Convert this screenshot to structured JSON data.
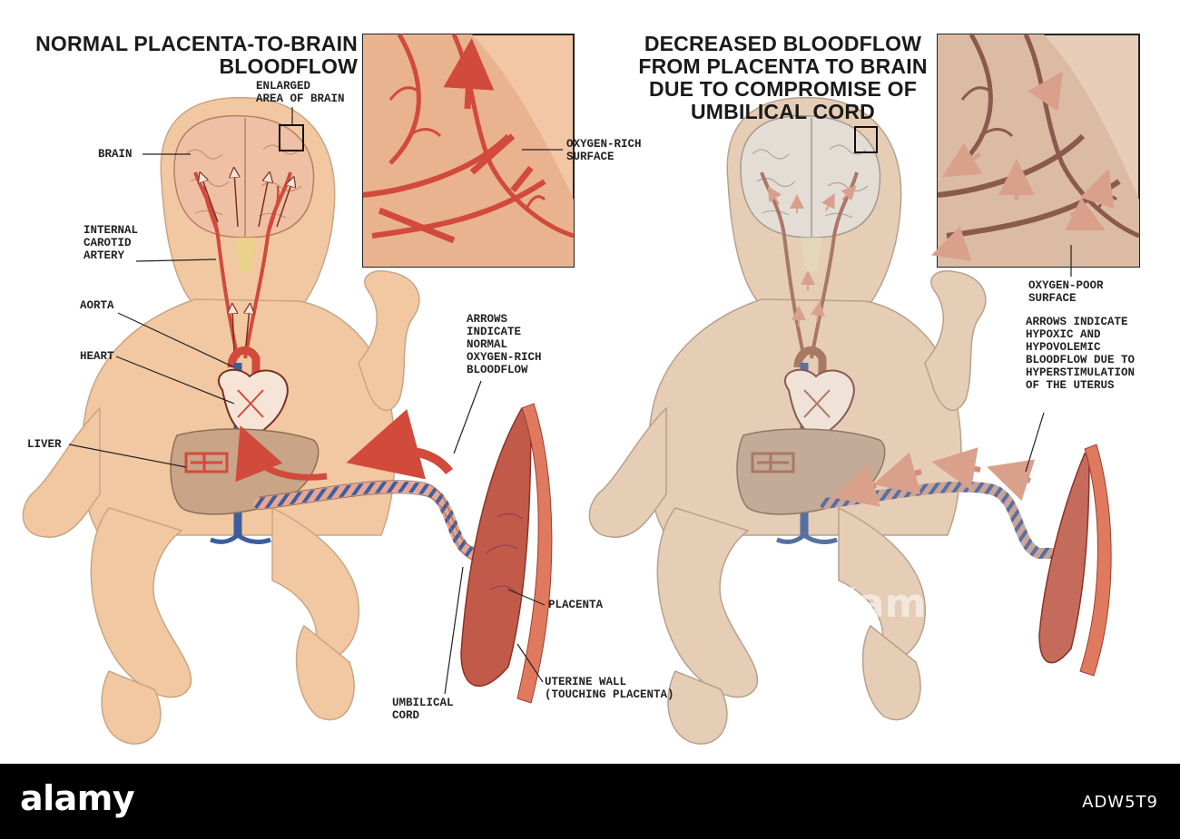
{
  "left_panel": {
    "title": [
      "NORMAL PLACENTA-TO-BRAIN",
      "BLOODFLOW"
    ],
    "labels": {
      "enlarged_area": [
        "ENLARGED",
        "AREA OF BRAIN"
      ],
      "brain": [
        "BRAIN"
      ],
      "internal_carotid": [
        "INTERNAL",
        "CAROTID",
        "ARTERY"
      ],
      "aorta": [
        "AORTA"
      ],
      "heart": [
        "HEART"
      ],
      "liver": [
        "LIVER"
      ],
      "oxygen_rich": [
        "OXYGEN-RICH",
        "SURFACE"
      ],
      "arrows_normal": [
        "ARROWS",
        "INDICATE",
        "NORMAL",
        "OXYGEN-RICH",
        "BLOODFLOW"
      ],
      "placenta": [
        "PLACENTA"
      ],
      "uterine_wall": [
        "UTERINE WALL",
        "(TOUCHING PLACENTA)"
      ],
      "umbilical_cord": [
        "UMBILICAL",
        "CORD"
      ]
    }
  },
  "right_panel": {
    "title": [
      "DECREASED BLOODFLOW",
      "FROM PLACENTA TO BRAIN",
      "DUE TO COMPROMISE OF",
      "UMBILICAL CORD"
    ],
    "labels": {
      "oxygen_poor": [
        "OXYGEN-POOR",
        "SURFACE"
      ],
      "arrows_hypoxic": [
        "ARROWS INDICATE",
        "HYPOXIC AND",
        "HYPOVOLEMIC",
        "BLOODFLOW DUE TO",
        "HYPERSTIMULATION",
        "OF THE UTERUS"
      ]
    }
  },
  "footer": {
    "logo": "alamy",
    "image_id": "ADW5T9"
  },
  "watermark": "alamy",
  "colors": {
    "skin": "#f1c8a1",
    "skin_outline": "#c9a584",
    "skin_desat": "#e6cdb6",
    "artery": "#d24a3c",
    "vein": "#3d5e9e",
    "artery_dim": "#a97865",
    "brain": "#f0c0a4",
    "brain_desat": "#e3ddd6",
    "placenta": "#c25a4a"
  }
}
